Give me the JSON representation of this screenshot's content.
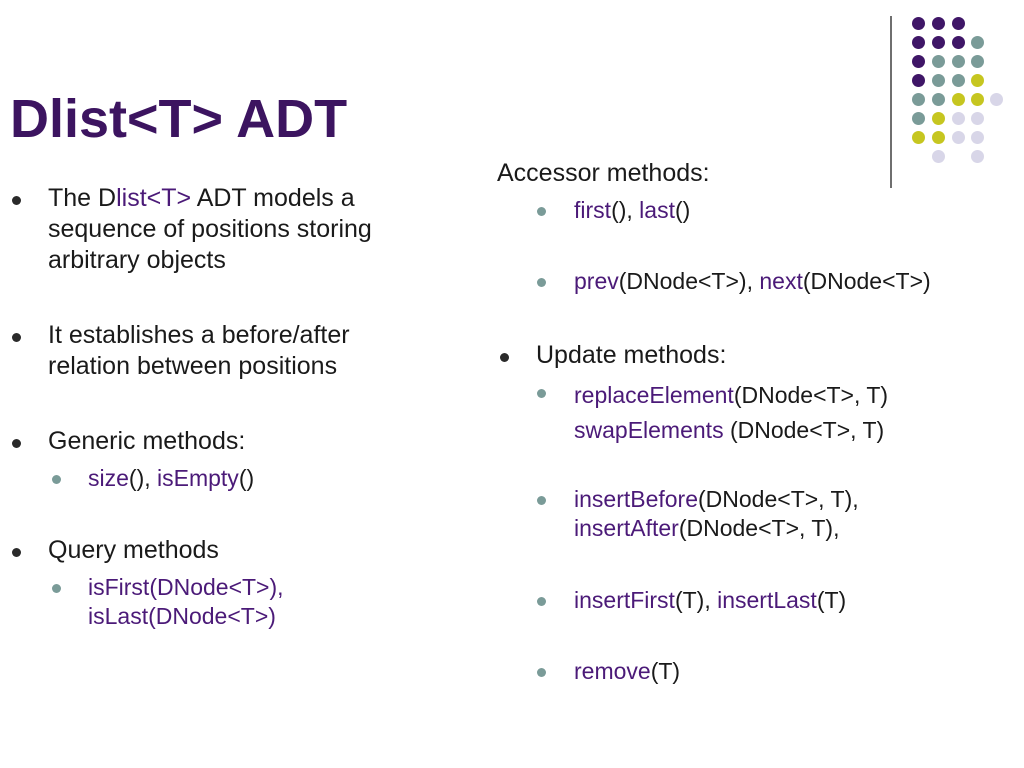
{
  "slide": {
    "title": "Dlist<T> ADT",
    "palette": {
      "title": "#3c1460",
      "purple_dot": "#3f1667",
      "teal_dot": "#7a9b98",
      "olive_dot": "#c6c620",
      "lavender_dot": "#d8d6e8"
    },
    "left": {
      "b1_pre": "The D",
      "b1_accent": "list<T>",
      "b1_line1_post": " ADT models a",
      "b1_line2": "sequence of positions storing",
      "b1_line3": "arbitrary objects",
      "b2_line1": "It establishes a before/after",
      "b2_line2": "relation between positions",
      "b3": "Generic methods:",
      "b3_sub_a": "size",
      "b3_sub_b": "(), ",
      "b3_sub_c": "isEmpty",
      "b3_sub_d": "()",
      "b4": "Query methods",
      "b4_sub_line1": "isFirst(DNode<T>),",
      "b4_sub_line2": "isLast(DNode<T>)"
    },
    "right": {
      "accessor_header": "Accessor methods:",
      "acc1_a": "first",
      "acc1_b": "(), ",
      "acc1_c": "last",
      "acc1_d": "()",
      "acc2_a": "prev",
      "acc2_b": "(DNode<T>), ",
      "acc2_c": "next",
      "acc2_d": "(DNode<T>)",
      "update_header": "Update methods:",
      "up1_a": "replaceElement",
      "up1_b": "(DNode<T>,  T)",
      "up1_c": "swapElements",
      "up1_d": " (DNode<T>,  T)",
      "up2_a": "insertBefore",
      "up2_b": "(DNode<T>,  T),",
      "up2_c": "insertAfter",
      "up2_d": "(DNode<T>,  T),",
      "up3_a": "insertFirst",
      "up3_b": "(T), ",
      "up3_c": "insertLast",
      "up3_d": "(T)",
      "up4_a": "remove",
      "up4_b": "(T)"
    }
  }
}
